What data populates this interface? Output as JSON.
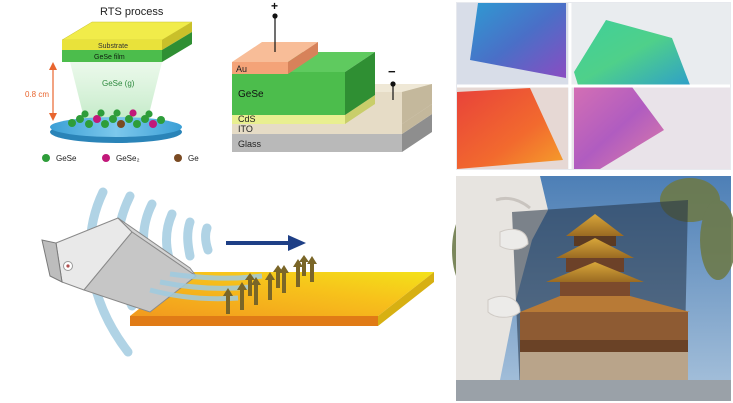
{
  "rts_panel": {
    "title": "RTS process",
    "substrate_label": "Substrate",
    "film_label": "GeSe film",
    "vapor_label": "GeSe (g)",
    "distance_label": "0.8 cm",
    "legend": [
      {
        "label": "GeSe",
        "color": "#2e9d3a"
      },
      {
        "label": "GeSe₂",
        "color": "#c2187a"
      },
      {
        "label": "Ge",
        "color": "#7a4a22"
      }
    ]
  },
  "device_panel": {
    "plus_label": "+",
    "minus_label": "−",
    "layers": {
      "au": "Au",
      "gese": "GeSe",
      "cds": "CdS",
      "ito": "ITO",
      "glass": "Glass"
    }
  },
  "colors": {
    "gese_green": "#4cbd4c",
    "au_orange": "#f4a378",
    "cds_yellow": "#e9ef90",
    "ito_beige": "#e6dcc6",
    "glass_gray": "#b9b9b9",
    "arrow_orange": "#e8652e",
    "flow_blue": "#a8cfe3",
    "direction_arrow": "#1e3f86"
  }
}
